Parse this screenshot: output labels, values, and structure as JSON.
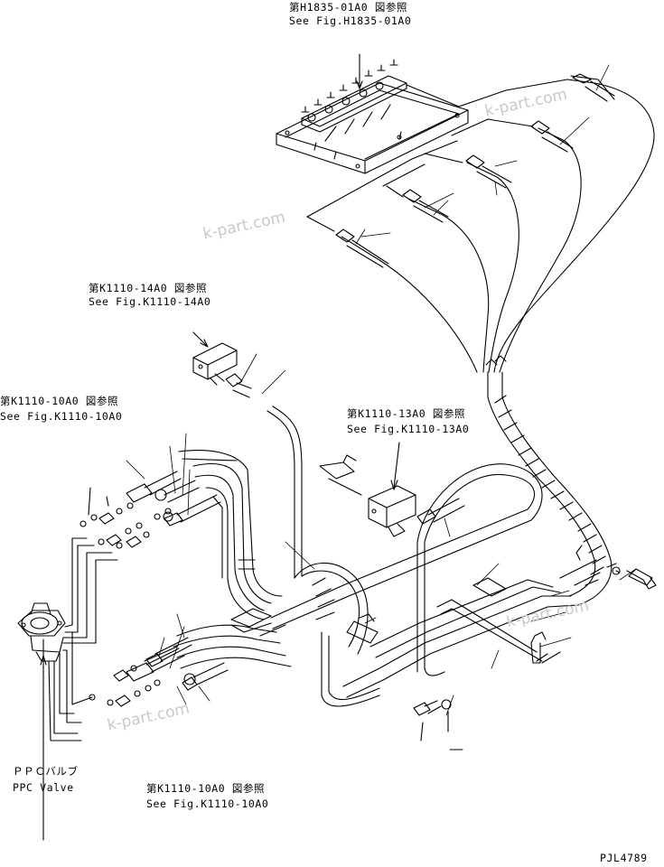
{
  "refs": {
    "h1835_jp": "第H1835-01A0 図参照",
    "h1835_en": "See Fig.H1835-01A0",
    "k1110_14_jp": "第K1110-14A0 図参照",
    "k1110_14_en": "See Fig.K1110-14A0",
    "k1110_10_top_jp": "第K1110-10A0 図参照",
    "k1110_10_top_en": "See Fig.K1110-10A0",
    "k1110_13_jp": "第K1110-13A0 図参照",
    "k1110_13_en": "See Fig.K1110-13A0",
    "k1110_10_bot_jp": "第K1110-10A0 図参照",
    "k1110_10_bot_en": "See Fig.K1110-10A0"
  },
  "ppc": {
    "jp": "ＰＰＣバルブ",
    "en": "PPC Valve"
  },
  "drawing_number": "PJL4789",
  "watermark": "k-part.com",
  "colors": {
    "ink": "#000000",
    "watermark": "#c9c9c9"
  }
}
